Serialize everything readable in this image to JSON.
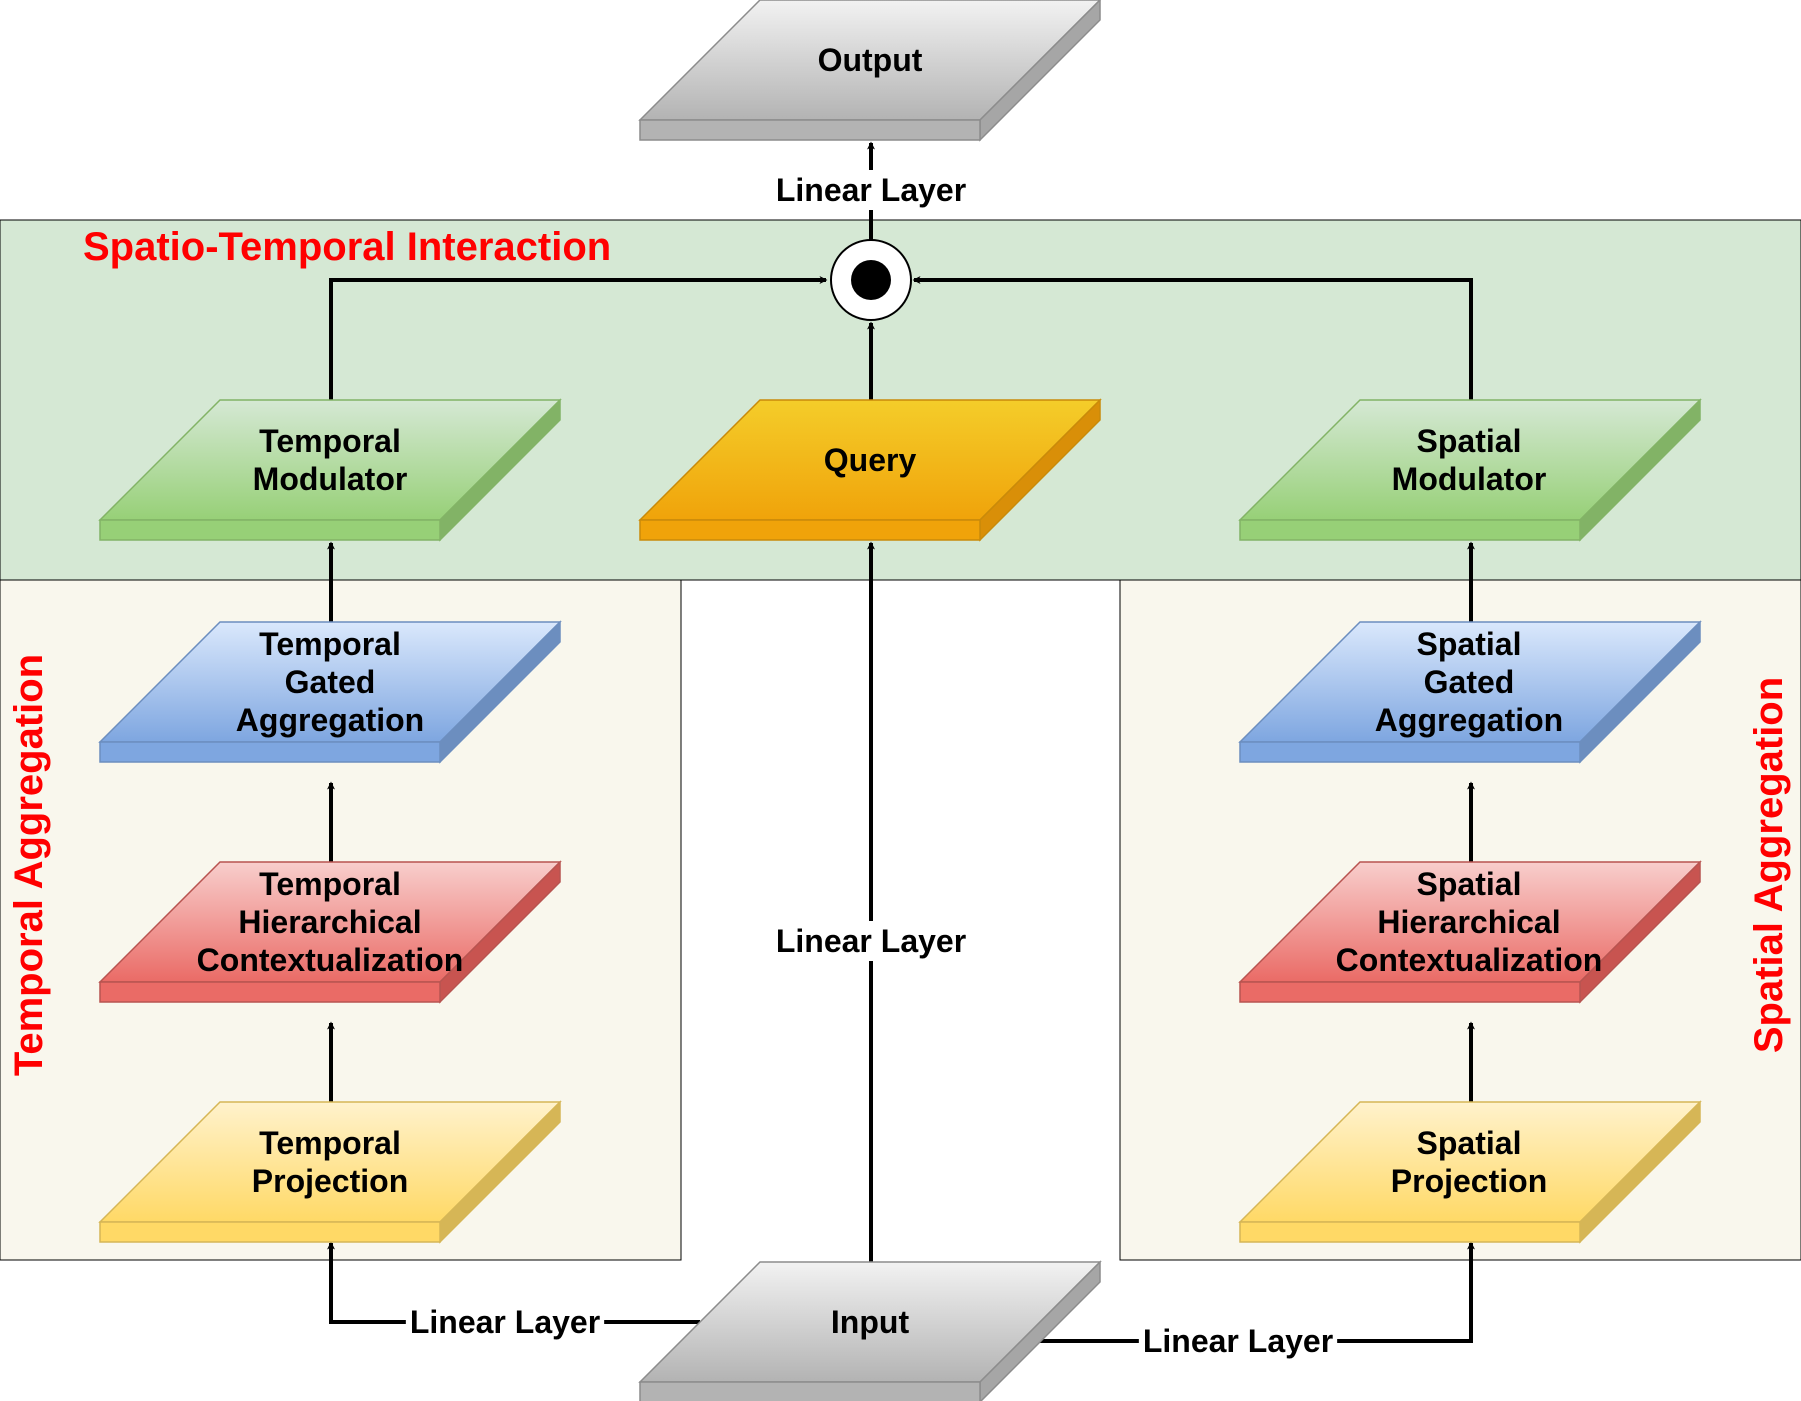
{
  "regions": {
    "interaction": {
      "title": "Spatio-Temporal Interaction"
    },
    "temporal": {
      "title": "Temporal Aggregation"
    },
    "spatial": {
      "title": "Spatial Aggregation"
    }
  },
  "blocks": {
    "output": [
      "Output"
    ],
    "query": [
      "Query"
    ],
    "input": [
      "Input"
    ],
    "temporal_modulator": [
      "Temporal",
      "Modulator"
    ],
    "spatial_modulator": [
      "Spatial",
      "Modulator"
    ],
    "temporal_gated": [
      "Temporal",
      "Gated",
      "Aggregation"
    ],
    "spatial_gated": [
      "Spatial",
      "Gated",
      "Aggregation"
    ],
    "temporal_hier": [
      "Temporal",
      "Hierarchical",
      "Contextualization"
    ],
    "spatial_hier": [
      "Spatial",
      "Hierarchical",
      "Contextualization"
    ],
    "temporal_proj": [
      "Temporal",
      "Projection"
    ],
    "spatial_proj": [
      "Spatial",
      "Projection"
    ]
  },
  "edges": {
    "to_output": "Linear Layer",
    "to_query": "Linear Layer",
    "to_temporal": "Linear Layer",
    "to_spatial": "Linear Layer"
  },
  "operator": {
    "symbol": "elementwise-product"
  },
  "colors": {
    "green_region": "#d5e8d4",
    "beige_region": "#f9f7ed",
    "gray": "#d0d0d0",
    "orange": "#f0a30a",
    "green": "#97d077",
    "blue": "#7ea6e0",
    "red": "#ea6b66",
    "yellow": "#ffd966",
    "title_red": "#ff0000"
  }
}
